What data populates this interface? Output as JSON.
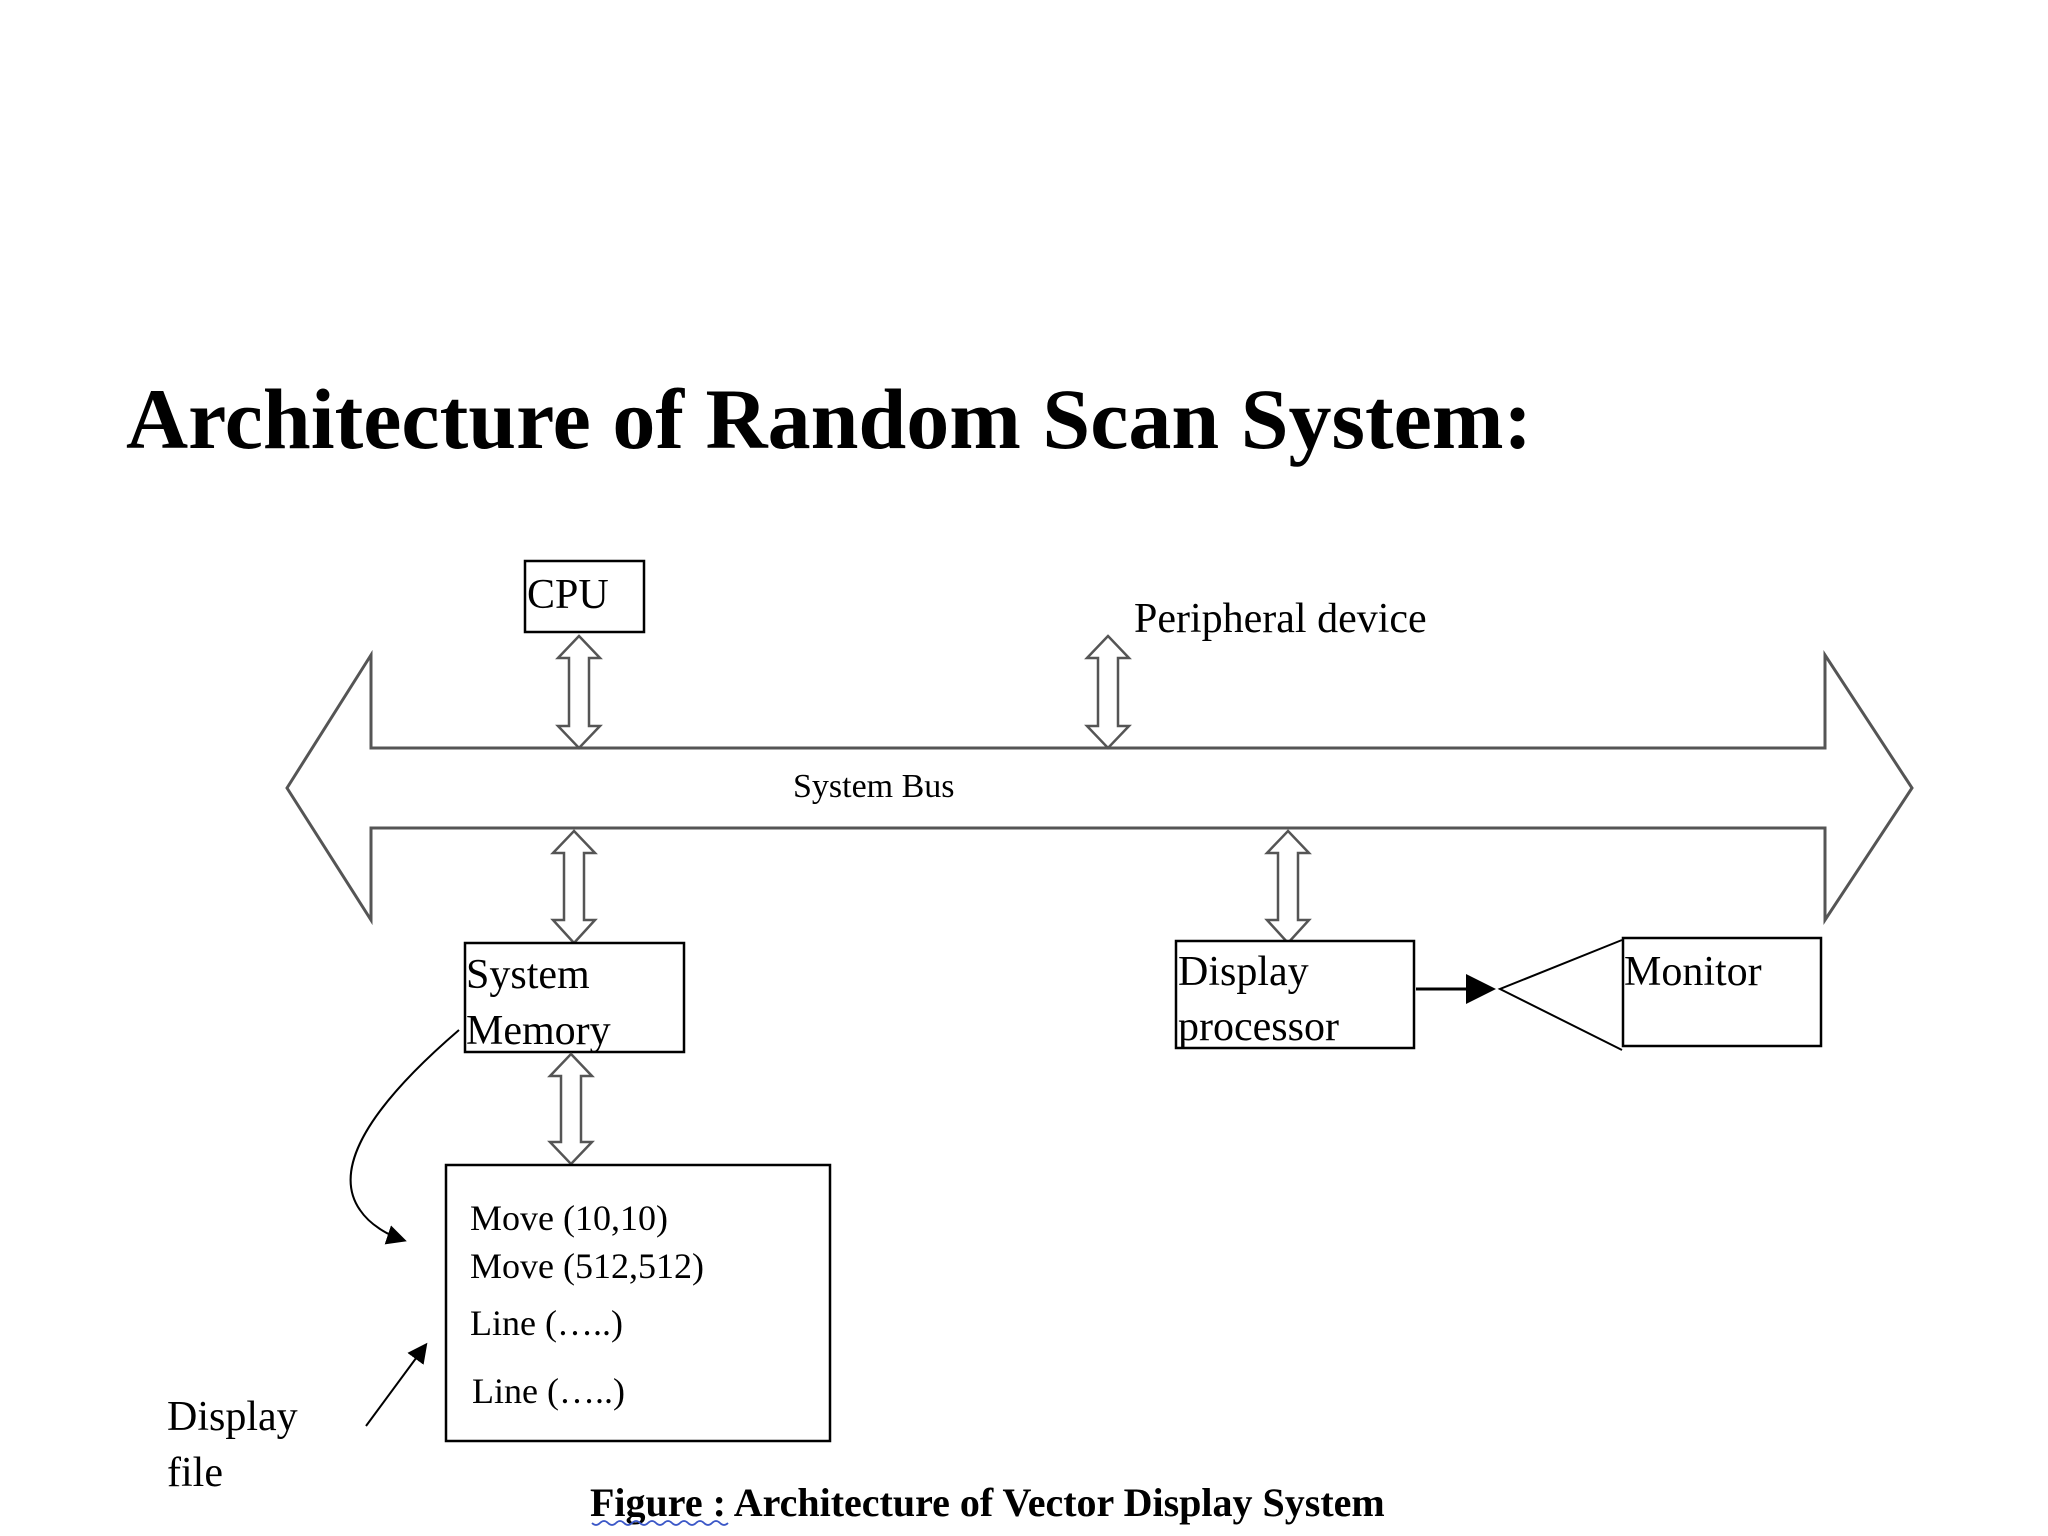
{
  "title": "Architecture of Random Scan System:",
  "diagram": {
    "cpu": "CPU",
    "peripheral": "Peripheral device",
    "bus": "System Bus",
    "memory": [
      "System",
      "Memory"
    ],
    "display_processor": [
      "Display",
      "processor"
    ],
    "monitor": "Monitor",
    "display_file_entries": [
      "Move (10,10)",
      "Move (512,512)",
      "Line (…..)",
      "Line (…..)"
    ],
    "display_file_label": [
      "Display",
      "file"
    ],
    "caption_prefix": "Figure :",
    "caption_rest": " Architecture of Vector Display System"
  }
}
